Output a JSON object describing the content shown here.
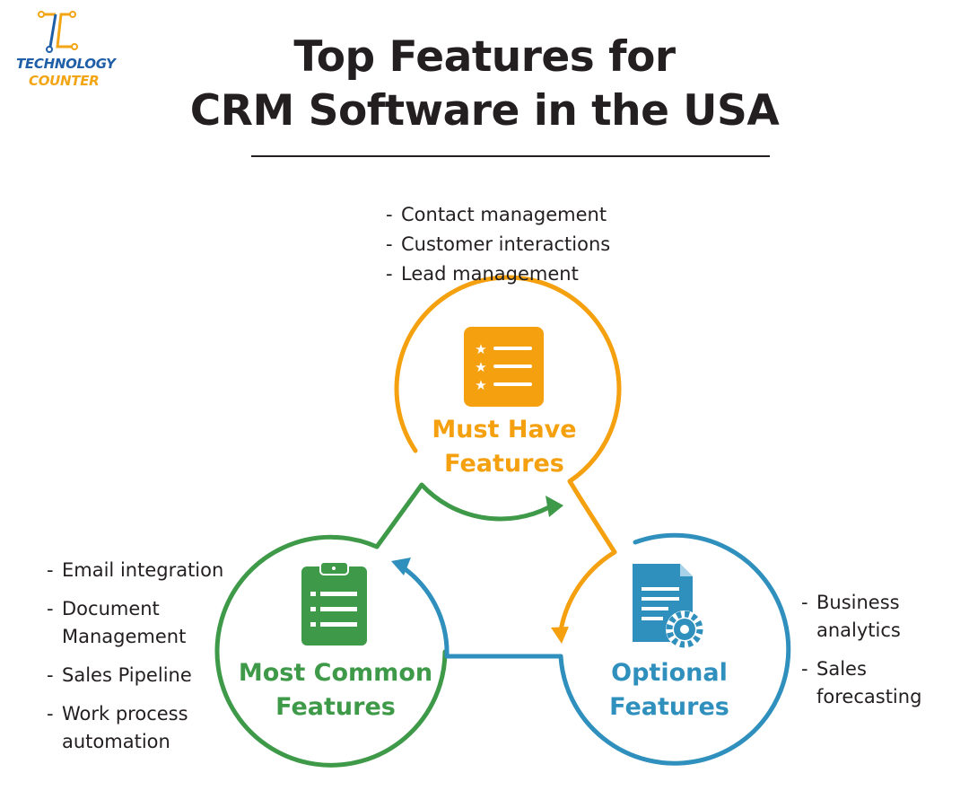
{
  "logo": {
    "line1": "TECHNOLOGY",
    "line2": "COUNTER"
  },
  "title": {
    "line1": "Top Features for",
    "line2": "CRM Software in the USA"
  },
  "colors": {
    "must": "#f4a00f",
    "common": "#3e9a48",
    "optional": "#2f8fbd",
    "text": "#231f20"
  },
  "must_have": {
    "label_line1": "Must Have",
    "label_line2": "Features",
    "icon": "star-list-icon",
    "items": [
      "Contact management",
      "Customer interactions",
      "Lead management"
    ]
  },
  "most_common": {
    "label_line1": "Most Common",
    "label_line2": "Features",
    "icon": "clipboard-list-icon",
    "items": [
      "Email integration",
      "Document Management",
      "Sales Pipeline",
      "Work process automation"
    ]
  },
  "optional": {
    "label_line1": "Optional",
    "label_line2": "Features",
    "icon": "document-gear-icon",
    "items": [
      "Business analytics",
      "Sales forecasting"
    ]
  }
}
